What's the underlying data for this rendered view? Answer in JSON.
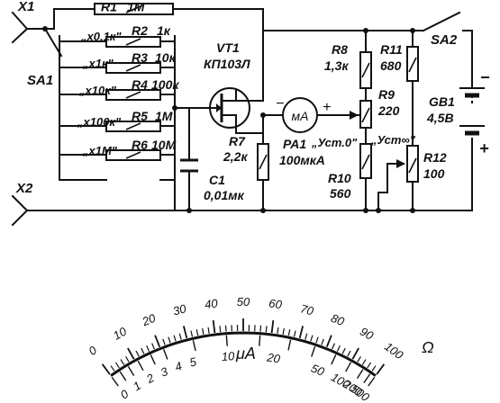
{
  "terminals": {
    "x1": "X1",
    "x2": "X2"
  },
  "switch_sa1": "SA1",
  "switch_sa2": "SA2",
  "r1": {
    "name": "R1",
    "value": "1M"
  },
  "range_resistors": [
    {
      "range": "„x0,1к\"",
      "name": "R2",
      "value": "1к"
    },
    {
      "range": "„x1к\"",
      "name": "R3",
      "value": "10к"
    },
    {
      "range": "„x10к\"",
      "name": "R4",
      "value": "100к"
    },
    {
      "range": "„x100к\"",
      "name": "R5",
      "value": "1M"
    },
    {
      "range": "„x1M\"",
      "name": "R6",
      "value": "10M"
    }
  ],
  "vt1": {
    "name": "VT1",
    "type": "КП103Л"
  },
  "c1": {
    "name": "C1",
    "value": "0,01мк"
  },
  "r7": {
    "name": "R7",
    "value": "2,2к"
  },
  "pa1": {
    "name": "PA1",
    "value": "100мкА",
    "symbol": "мА",
    "minus": "−",
    "plus": "+"
  },
  "r8": {
    "name": "R8",
    "value": "1,3к"
  },
  "r9": {
    "name": "R9",
    "value": "220",
    "adjust": "„Уст.0\""
  },
  "r10": {
    "name": "R10",
    "value": "560"
  },
  "r11": {
    "name": "R11",
    "value": "680"
  },
  "r12": {
    "name": "R12",
    "value": "100",
    "adjust": "„Уст∞\""
  },
  "gb1": {
    "name": "GB1",
    "value": "4,5В",
    "minus": "−",
    "plus": "+"
  },
  "scale": {
    "unit": "μА",
    "ohm_symbol": "Ω",
    "upper_labels": [
      "0",
      "1",
      "2",
      "3",
      "4",
      "5",
      "10",
      "20",
      "50",
      "100",
      "200",
      "500"
    ],
    "lower_labels": [
      "0",
      "10",
      "20",
      "30",
      "40",
      "50",
      "60",
      "70",
      "80",
      "90",
      "100"
    ]
  }
}
